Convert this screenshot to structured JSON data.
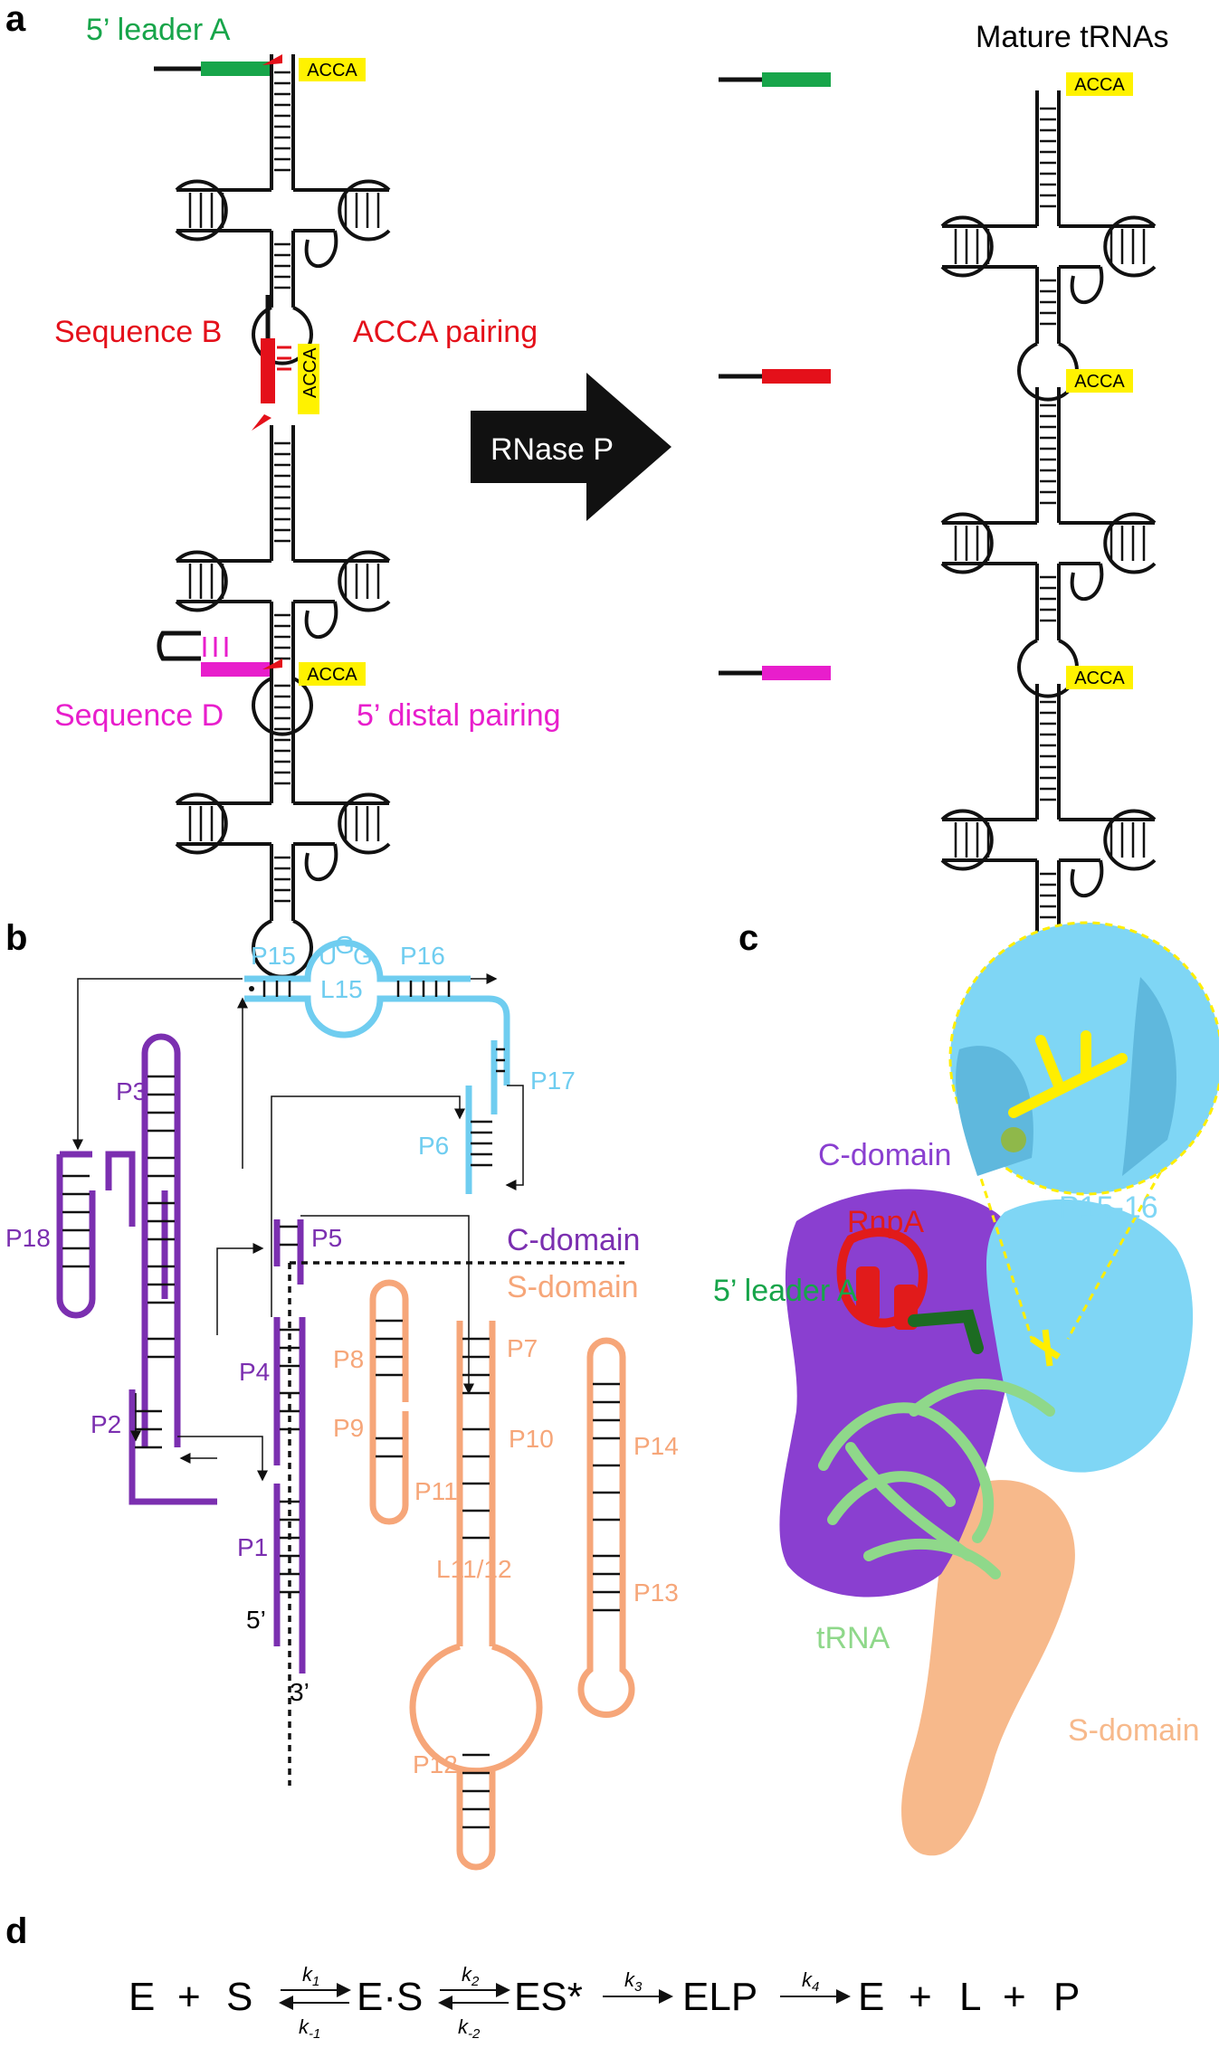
{
  "panels": {
    "a": "a",
    "b": "b",
    "c": "c",
    "d": "d"
  },
  "panel_a": {
    "leader_a_label": "5’ leader A",
    "seq_b_label": "Sequence B",
    "acca_pairing_label": "ACCA pairing",
    "seq_d_label": "Sequence D",
    "distal_pairing_label": "5’ distal pairing",
    "mature_label": "Mature tRNAs",
    "arrow_label": "RNase P",
    "acca_tag": "ACCA",
    "colors": {
      "leader_a": "#17a54a",
      "seq_b": "#e4101a",
      "seq_d": "#e81ecc",
      "acca_bg": "#fff200",
      "arrow": "#111111"
    }
  },
  "panel_b": {
    "helices": {
      "p15": "P15",
      "p16": "P16",
      "l15": "L15",
      "ugg_u": "U",
      "ugg_g1": "G",
      "ugg_g2": "G",
      "p17": "P17",
      "p6": "P6",
      "p3": "P3",
      "p18": "P18",
      "p5": "P5",
      "p4": "P4",
      "p2": "P2",
      "p1": "P1",
      "p8": "P8",
      "p9": "P9",
      "p7": "P7",
      "p10": "P10",
      "p11": "P11",
      "p14": "P14",
      "l11_12": "L11/12",
      "p13": "P13",
      "p12": "P12"
    },
    "c_domain": "C-domain",
    "s_domain": "S-domain",
    "five_prime": "5’",
    "three_prime": "3’",
    "colors": {
      "c_domain": "#7b2fb0",
      "s_domain": "#f6a679",
      "p15_16": "#6fcdf0"
    }
  },
  "panel_c": {
    "c_domain": "C-domain",
    "rnpa": "RnpA",
    "p15_16": "P15-16",
    "leader_a": "5’ leader A",
    "s_domain": "S-domain",
    "trna": "tRNA",
    "colors": {
      "c_domain": "#8a3fd0",
      "rnpa": "#e11b1b",
      "p15_16": "#7fd6f5",
      "leader_a": "#17a54a",
      "s_domain": "#f7b98b",
      "trna": "#8fd88a",
      "highlight": "#ffee00"
    }
  },
  "panel_d": {
    "terms": [
      "E",
      "+",
      "S",
      "E·S",
      "ES*",
      "ELP",
      "E",
      "+",
      "L",
      "+",
      "P"
    ],
    "rates": {
      "k1": "k",
      "k1_sub": "1",
      "km1": "k",
      "km1_sub": "-1",
      "k2": "k",
      "k2_sub": "2",
      "km2": "k",
      "km2_sub": "-2",
      "k3": "k",
      "k3_sub": "3",
      "k4": "k",
      "k4_sub": "4"
    }
  }
}
